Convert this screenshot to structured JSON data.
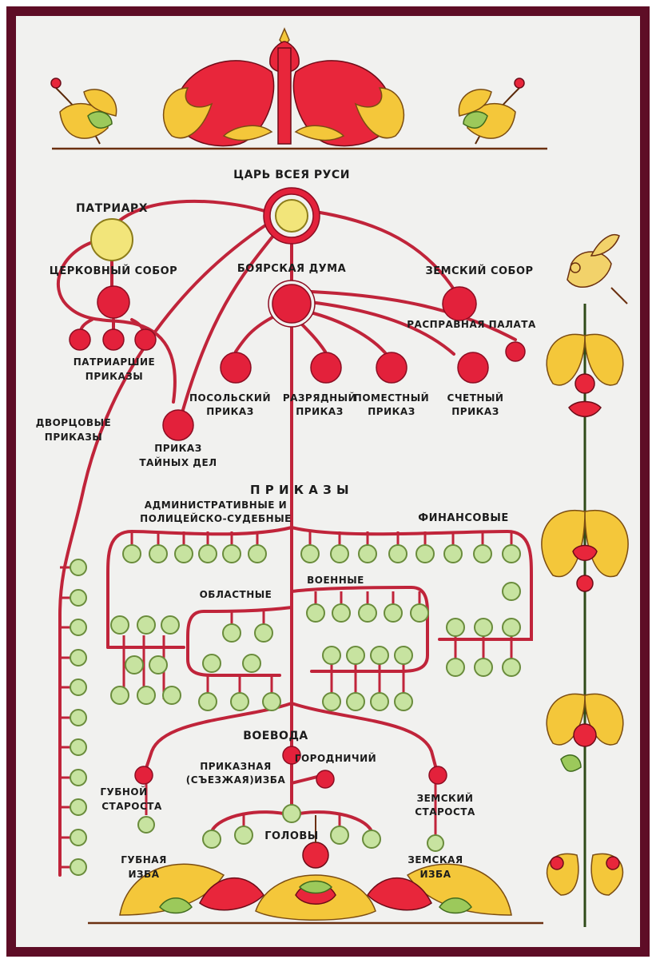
{
  "labels": {
    "tsar": "ЦАРЬ ВСЕЯ РУСИ",
    "patriarch": "ПАТРИАРХ",
    "church_council": "ЦЕРКОВНЫЙ СОБОР",
    "boyar_duma": "БОЯРСКАЯ ДУМА",
    "zemsky_sobor": "ЗЕМСКИЙ СОБОР",
    "raspravnaya_1": "РАСПРАВНАЯ ПАЛАТА",
    "patriarchal_1": "ПАТРИАРШИЕ",
    "patriarchal_2": "ПРИКАЗЫ",
    "posolsky_1": "ПОСОЛЬСКИЙ",
    "posolsky_2": "ПРИКАЗ",
    "razryadny_1": "РАЗРЯДНЫЙ",
    "razryadny_2": "ПРИКАЗ",
    "pomestny_1": "ПОМЕСТНЫЙ",
    "pomestny_2": "ПРИКАЗ",
    "schetny_1": "СЧЕТНЫЙ",
    "schetny_2": "ПРИКАЗ",
    "palace_1": "ДВОРЦОВЫЕ",
    "palace_2": "ПРИКАЗЫ",
    "secret_1": "ПРИКАЗ",
    "secret_2": "ТАЙНЫХ ДЕЛ",
    "prikazy": "П Р И К А З Ы",
    "admin_1": "АДМИНИСТРАТИВНЫЕ И",
    "admin_2": "ПОЛИЦЕЙСКО-СУДЕБНЫЕ",
    "financial": "ФИНАНСОВЫЕ",
    "regional": "ОБЛАСТНЫЕ",
    "military": "ВОЕННЫЕ",
    "voevoda": "ВОЕВОДА",
    "gorodnichy": "ГОРОДНИЧИЙ",
    "prikaznaya_1": "ПРИКАЗНАЯ",
    "prikaznaya_2": "(СЪЕЗЖАЯ)ИЗБА",
    "gubnoy_1": "ГУБНОЙ",
    "gubnoy_2": "СТАРОСТА",
    "zemsky_1": "ЗЕМСКИЙ",
    "zemsky_2": "СТАРОСТА",
    "golovy": "ГОЛОВЫ",
    "gubnaya_1": "ГУБНАЯ",
    "gubnaya_2": "ИЗБА",
    "zemskaya_1": "ЗЕМСКАЯ",
    "zemskaya_2": "ИЗБА"
  },
  "colors": {
    "frame": "#5e0d26",
    "background": "#f1f1ef",
    "connector": "#c0243a",
    "node_red": "#e3213b",
    "node_green": "#c7e3a0",
    "node_yellow": "#f2e57a",
    "ornament_gold": "#f4c73a"
  },
  "icons": {
    "ornament_top": "folk-ornament-icon",
    "ornament_bottom": "folk-ornament-icon",
    "ornament_column": "floral-column-icon",
    "bird": "bird-icon"
  }
}
